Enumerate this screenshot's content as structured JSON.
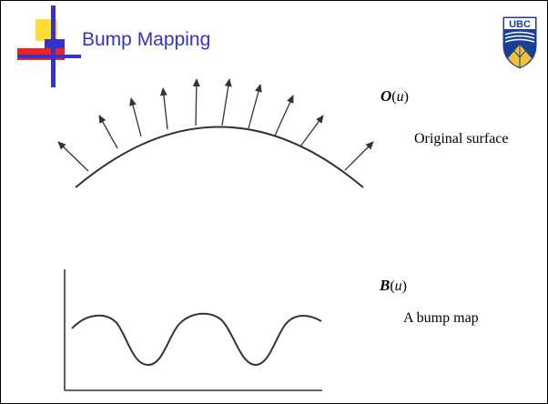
{
  "slide": {
    "title": "Bump Mapping",
    "logo_text": "UBC"
  },
  "diagram": {
    "top": {
      "label_symbol": "O",
      "label_arg": "(u)",
      "label_open": "(",
      "label_var": "u",
      "label_close": ")",
      "caption": "Original surface"
    },
    "bottom": {
      "label_symbol": "B",
      "label_open": "(",
      "label_var": "u",
      "label_close": ")",
      "caption": "A bump map"
    }
  },
  "colors": {
    "title": "#3333cc",
    "accent_blue": "#3333cc",
    "accent_red": "#ee2222",
    "accent_yellow": "#ffdd33",
    "logo_blue": "#1a3f99",
    "logo_gold": "#f2c230"
  }
}
